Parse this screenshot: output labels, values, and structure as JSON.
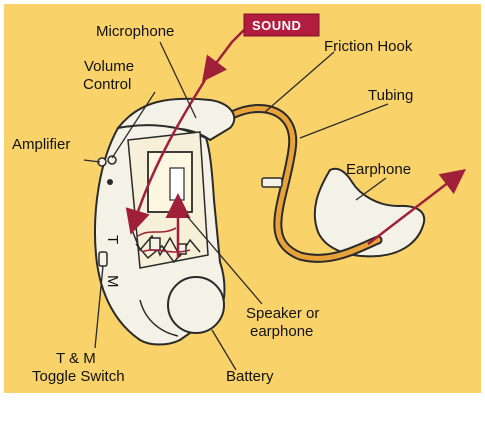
{
  "labels": {
    "microphone": "Microphone",
    "sound": "SOUND",
    "friction_hook": "Friction Hook",
    "volume_line1": "Volume",
    "volume_line2": "Control",
    "tubing": "Tubing",
    "amplifier": "Amplifier",
    "earphone": "Earphone",
    "speaker_line1": "Speaker or",
    "speaker_line2": "earphone",
    "toggle_line1": "T & M",
    "toggle_line2": "Toggle Switch",
    "battery": "Battery",
    "switch_t": "T",
    "switch_m": "M"
  },
  "colors": {
    "background": "#f9d36a",
    "device_body": "#f4f1e6",
    "outline": "#2a2a2a",
    "tubing": "#e7a23a",
    "arrow": "#a0203a",
    "sound_box": "#b21c3f"
  }
}
